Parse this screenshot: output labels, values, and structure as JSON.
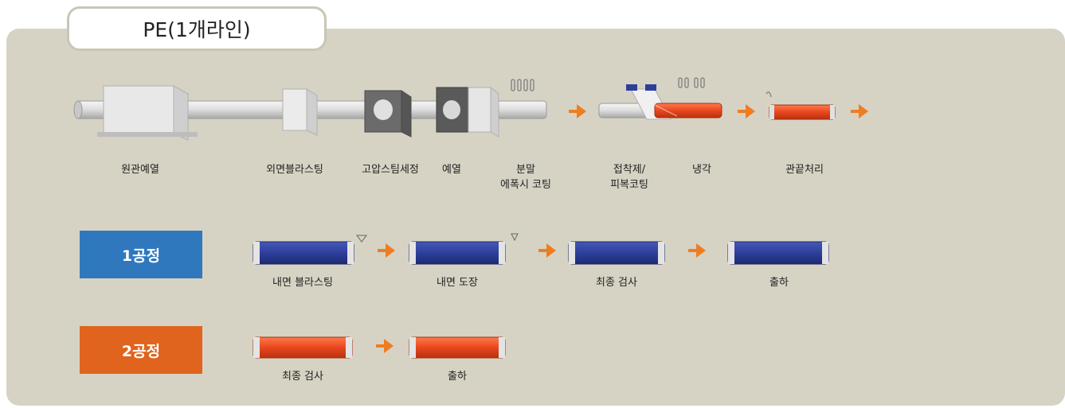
{
  "title": "PE(1개라인)",
  "colors": {
    "panel": "#d6d3c4",
    "blue_pipe": "#2e3f9a",
    "orange_pipe": "#e8471e",
    "arrow": "#ee7d22",
    "badge_blue": "#2f78be",
    "badge_orange": "#e0641e"
  },
  "line": {
    "steps": [
      "원관예열",
      "외면블라스팅",
      "고압스팀세정",
      "예열",
      "분말\n에폭시 코팅",
      "접착제/\n피복코팅",
      "냉각",
      "관끝처리"
    ]
  },
  "process1": {
    "badge": "1공정",
    "steps": [
      "내면 블라스팅",
      "내면 도장",
      "최종 검사",
      "출하"
    ]
  },
  "process2": {
    "badge": "2공정",
    "steps": [
      "최종 검사",
      "출하"
    ]
  }
}
